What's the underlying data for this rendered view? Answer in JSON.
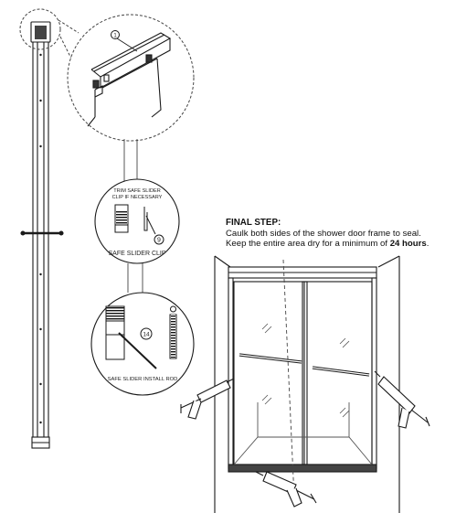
{
  "final_step": {
    "title": "FINAL STEP:",
    "line1": "Caulk both sides of the shower door frame to seal.",
    "line2_prefix": "Keep the entire area dry for a minimum of ",
    "line2_bold": "24 hours",
    "line2_suffix": "."
  },
  "callouts": {
    "top_detail_number": "1",
    "trim_note_line1": "TRIM SAFE SLIDER",
    "trim_note_line2": "CLIP IF NECESSARY",
    "clip_number": "9",
    "clip_label": "SAFE SLIDER CLIP",
    "rod_number": "14",
    "rod_label": "SAFE SLIDER INSTALL ROD"
  },
  "colors": {
    "line": "#1a1a1a",
    "glass_line": "#555555",
    "dash": "#444444"
  }
}
